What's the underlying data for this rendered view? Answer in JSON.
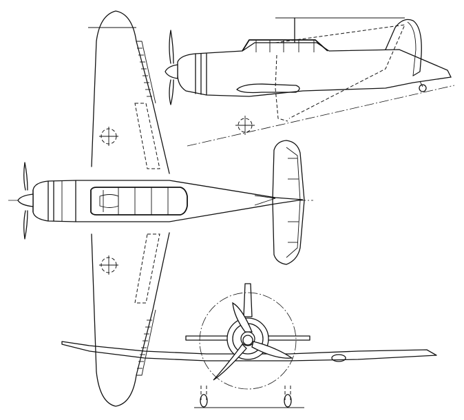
{
  "drawing": {
    "views": [
      "top-view",
      "side-view",
      "front-view"
    ],
    "colors": {
      "line": "#111111",
      "paper": "#ffffff"
    }
  }
}
